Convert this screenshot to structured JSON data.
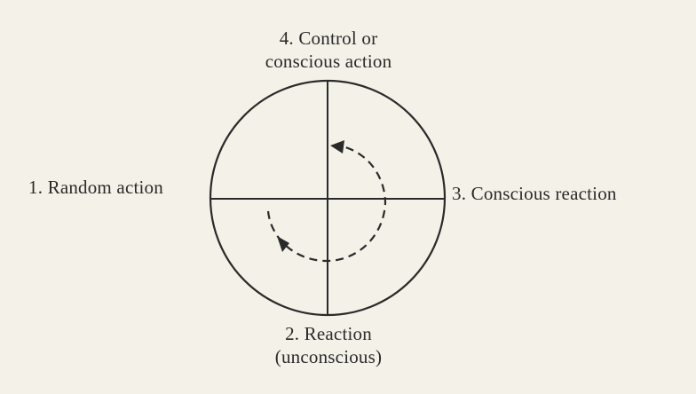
{
  "diagram": {
    "quadrants": {
      "left": {
        "number": "1.",
        "text": "Random action"
      },
      "bottom": {
        "number": "2.",
        "line1": "Reaction",
        "line2": "(unconscious)"
      },
      "right": {
        "number": "3.",
        "text": "Conscious reaction"
      },
      "top": {
        "number": "4.",
        "line1": "Control or",
        "line2": "conscious action"
      }
    },
    "colors": {
      "ink": "#2a2a2a",
      "paper": "#f4f2e8"
    }
  }
}
